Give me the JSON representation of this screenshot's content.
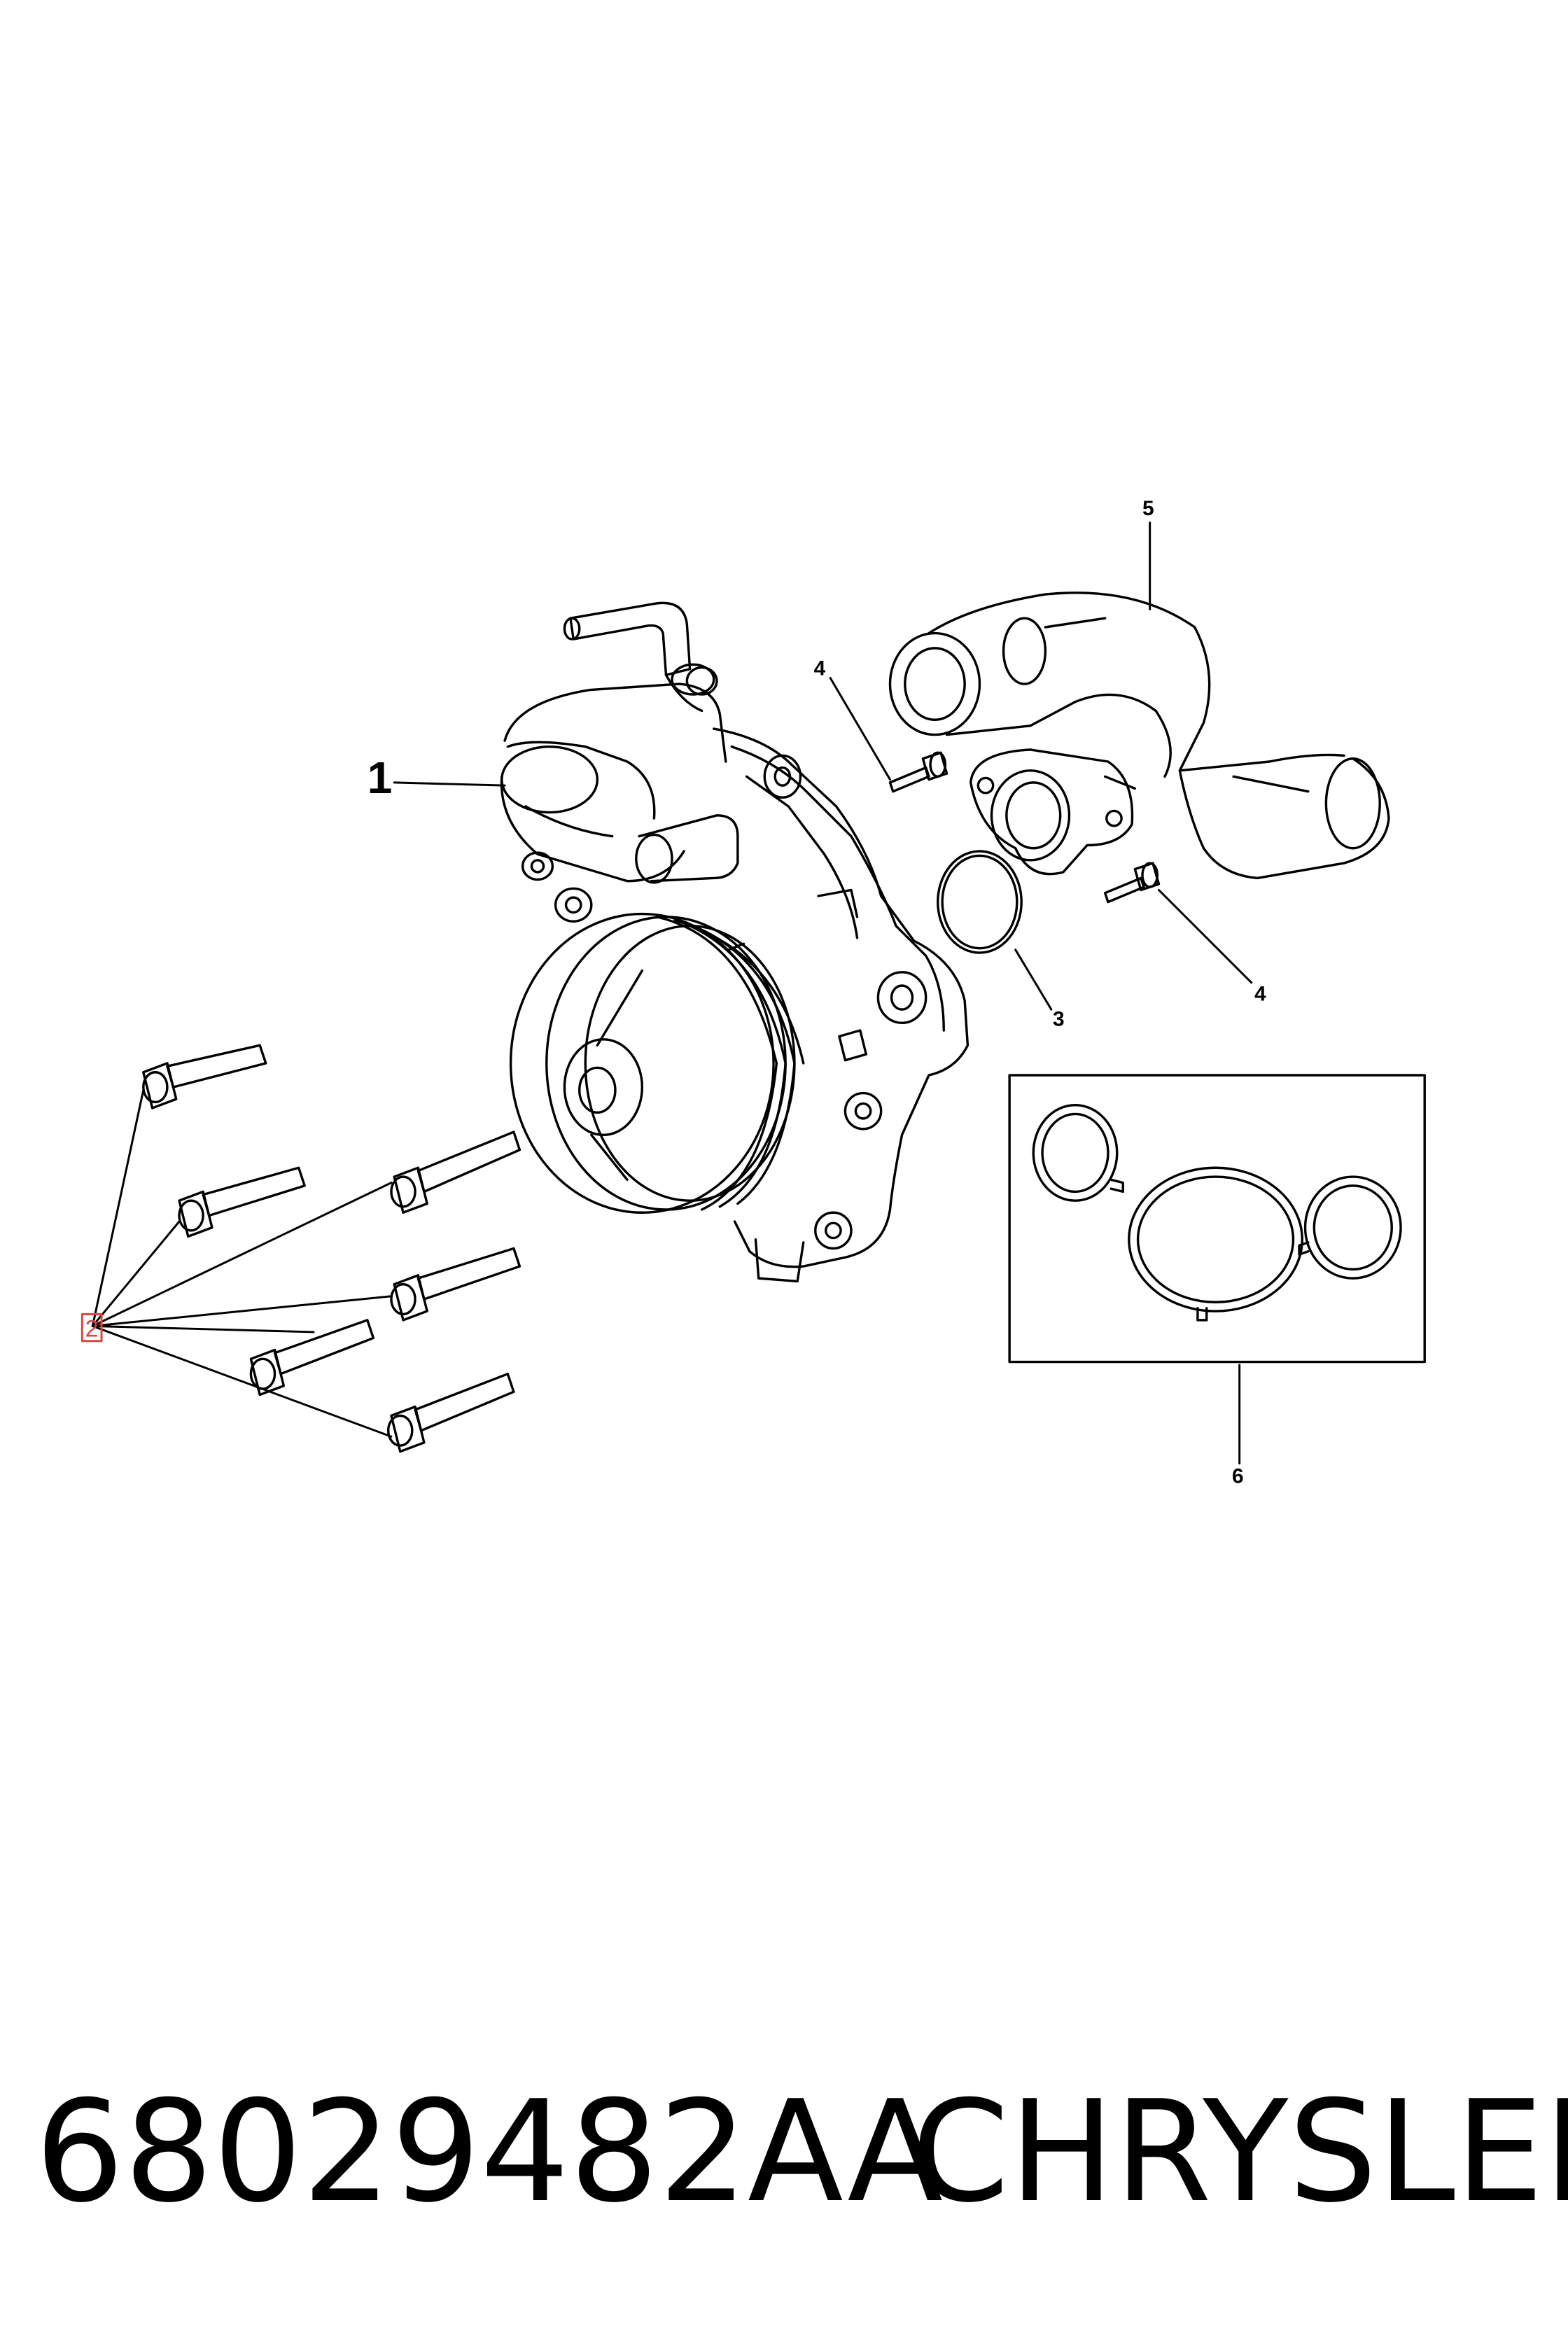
{
  "callouts": {
    "c1": "1",
    "c2": "2",
    "c3": "3",
    "c4a": "4",
    "c4b": "4",
    "c5": "5",
    "c6": "6"
  },
  "footer": {
    "part_number": "68029482AA",
    "brand": "CHRYSLER"
  },
  "colors": {
    "line": "#000000",
    "highlight": "#e0443c"
  }
}
